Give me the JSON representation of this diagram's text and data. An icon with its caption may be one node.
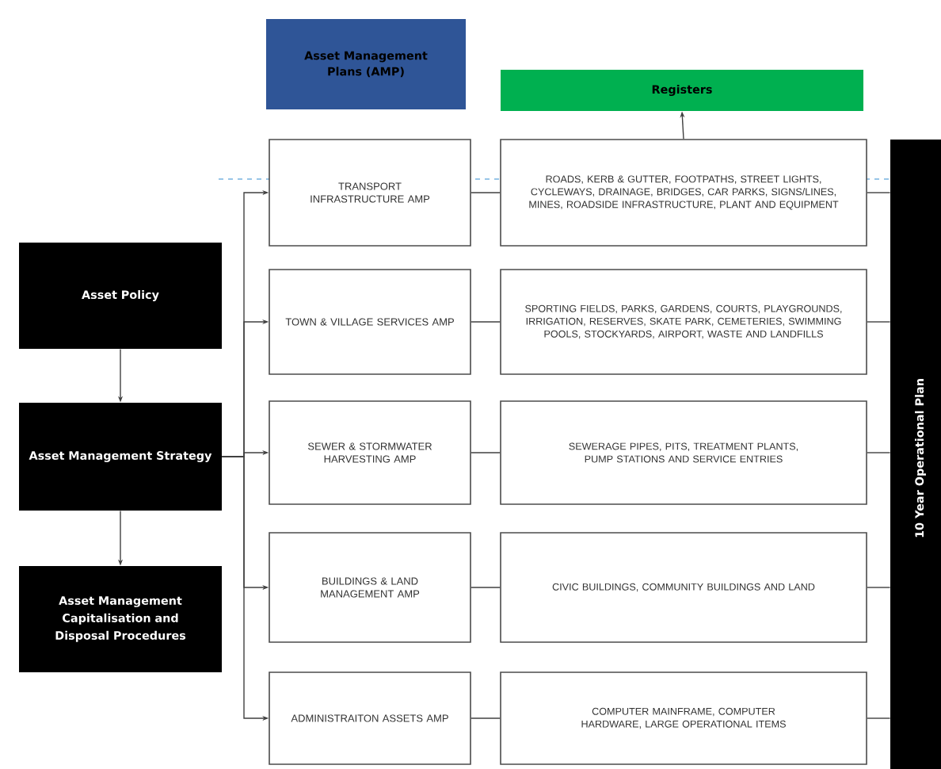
{
  "diagram": {
    "nodes": [
      {
        "text": [
          "Asset Management Plans (AMP)"
        ]
      },
      {
        "text": [
          "Registers"
        ]
      },
      {
        "text": [
          "Asset Policy"
        ]
      },
      {
        "text": [
          "Asset Management Strategy"
        ]
      },
      {
        "text": [
          "Asset Management Capitalisation and Disposal Procedures"
        ]
      },
      {
        "text": [
          "TRANSPORT INFRASTRUCTURE AMP"
        ]
      },
      {
        "text": [
          "TOWN & VILLAGE SERVICES AMP"
        ]
      },
      {
        "text": [
          "SEWER & STORMWATER HARVESTING AMP"
        ]
      },
      {
        "text": [
          "BUILDINGS & LAND MANAGEMENT AMP"
        ]
      },
      {
        "text": [
          "ADMINISTRAITON ASSETS AMP"
        ]
      },
      {
        "text": [
          "ROADS, KERB & GUTTER, FOOTPATHS, STREET LIGHTS, CYCLEWAYS, DRAINAGE, BRIDGES, CAR PARKS, SIGNS/LINES, MINES, ROADSIDE INFRASTRUCTURE, PLANT AND EQUIPMENT"
        ]
      },
      {
        "text": [
          "SPORTING FIELDS, PARKS, GARDENS, COURTS, PLAYGROUNDS, IRRIGATION, RESERVES, SKATE PARK, CEMETERIES, SWIMMING POOLS, STOCKYARDS, AIRPORT, WASTE AND LANDFILLS"
        ]
      },
      {
        "text": [
          "SEWERAGE PIPES, PITS, TREATMENT PLANTS, PUMP STATIONS AND SERVICE ENTRIES"
        ]
      },
      {
        "text": [
          "CIVIC BUILDINGS, COMMUNITY BUILDINGS AND LAND"
        ]
      },
      {
        "text": [
          "COMPUTER MAINFRAME, COMPUTER HARDWARE, LARGE OPERATIONAL ITEMS"
        ]
      },
      {
        "text": [
          "10 Year Operational Plan"
        ]
      }
    ],
    "edges": [
      {
        "from": 2,
        "to": 3,
        "arrow": "to"
      },
      {
        "from": 3,
        "to": 4,
        "arrow": "to"
      },
      {
        "from": 3,
        "to": 5,
        "arrow": "to"
      },
      {
        "from": 3,
        "to": 6,
        "arrow": "to"
      },
      {
        "from": 3,
        "to": 7,
        "arrow": "to"
      },
      {
        "from": 3,
        "to": 8,
        "arrow": "to"
      },
      {
        "from": 3,
        "to": 9,
        "arrow": "to"
      },
      {
        "from": 5,
        "to": 10,
        "arrow": "none"
      },
      {
        "from": 6,
        "to": 11,
        "arrow": "none"
      },
      {
        "from": 7,
        "to": 12,
        "arrow": "none"
      },
      {
        "from": 8,
        "to": 13,
        "arrow": "none"
      },
      {
        "from": 9,
        "to": 14,
        "arrow": "none"
      },
      {
        "from": 10,
        "to": 1,
        "arrow": "to"
      },
      {
        "from": 10,
        "to": 15,
        "arrow": "none"
      },
      {
        "from": 11,
        "to": 15,
        "arrow": "none"
      },
      {
        "from": 12,
        "to": 15,
        "arrow": "none"
      },
      {
        "from": 13,
        "to": 15,
        "arrow": "none"
      },
      {
        "from": 14,
        "to": 15,
        "arrow": "none"
      }
    ]
  }
}
